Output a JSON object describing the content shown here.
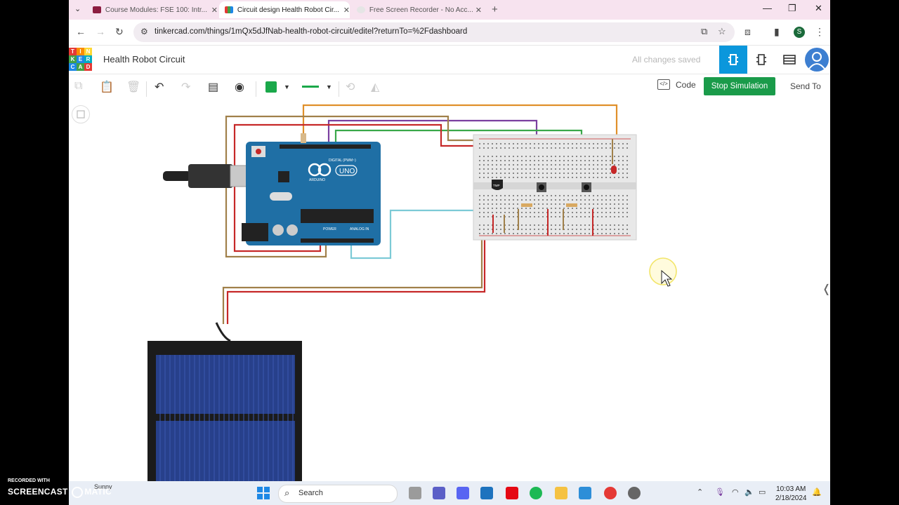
{
  "browser": {
    "tabs": [
      {
        "title": "Course Modules: FSE 100: Intr...",
        "active": false
      },
      {
        "title": "Circuit design Health Robot Cir...",
        "active": true
      },
      {
        "title": "Free Screen Recorder - No Acc...",
        "active": false
      }
    ],
    "url": "tinkercad.com/things/1mQx5dJfNab-health-robot-circuit/editel?returnTo=%2Fdashboard",
    "profile_initial": "S"
  },
  "app": {
    "logo_letters": [
      "T",
      "I",
      "N",
      "K",
      "E",
      "R",
      "C",
      "A",
      "D"
    ],
    "design_title": "Health Robot Circuit",
    "save_status": "All changes saved",
    "code_label": "Code",
    "stop_label": "Stop Simulation",
    "send_to_label": "Send To"
  },
  "circuit": {
    "arduino_label": "UNO",
    "arduino_brand": "ARDUINO",
    "digital_label": "DIGITAL (PWM~)",
    "power_label": "POWER",
    "analog_label": "ANALOG IN",
    "sensor_label": "TMP"
  },
  "taskbar": {
    "search_label": "Search",
    "time": "10:03 AM",
    "date": "2/18/2024",
    "weather": "Sunny"
  },
  "recording_badge": {
    "top": "RECORDED WITH",
    "brand": "SCREENCAST",
    "brand_suffix": "MATIC"
  },
  "colors": {
    "accent_blue": "#0b97dc",
    "stop_green": "#1a9b4a",
    "wire_red": "#c62828",
    "wire_orange": "#e0902a",
    "wire_purple": "#7b3fa0",
    "wire_green": "#3aa84a",
    "wire_brown": "#a0804a",
    "wire_cyan": "#7ccad6"
  }
}
